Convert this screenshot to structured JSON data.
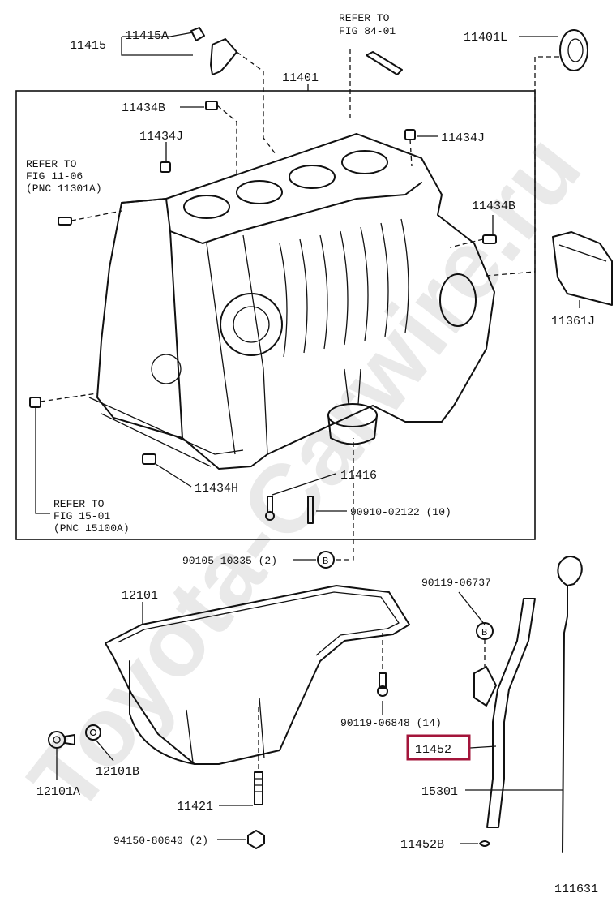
{
  "watermark": "Toyota-Carwire.ru",
  "highlight_color": "#a3143a",
  "figure_number": "111631",
  "labels": {
    "p11415": "11415",
    "p11415a": "11415A",
    "refer_fig84": "REFER TO",
    "refer_fig84_sub": "FIG 84-01",
    "p11401l": "11401L",
    "p11401": "11401",
    "p11434b_top": "11434B",
    "p11434j_left": "11434J",
    "p11434j_right": "11434J",
    "refer_fig11": "REFER TO",
    "refer_fig11_sub": "FIG 11-06",
    "refer_fig11_pnc": "(PNC 11301A)",
    "p11434b_right": "11434B",
    "p11361j": "11361J",
    "p11416": "11416",
    "p11434h": "11434H",
    "refer_fig15": "REFER TO",
    "refer_fig15_sub": "FIG 15-01",
    "refer_fig15_pnc": "(PNC 15100A)",
    "bolt_90910": "90910-02122 (10)",
    "bolt_90105": "90105-10335 (2)",
    "marker_b": "B",
    "p12101": "12101",
    "bolt_90119_a": "90119-06737",
    "bolt_90119_b": "90119-06848 (14)",
    "p11452": "11452",
    "p12101a": "12101A",
    "p12101b": "12101B",
    "p15301": "15301",
    "p11421": "11421",
    "bolt_94150": "94150-80640 (2)",
    "p11452b": "11452B"
  }
}
